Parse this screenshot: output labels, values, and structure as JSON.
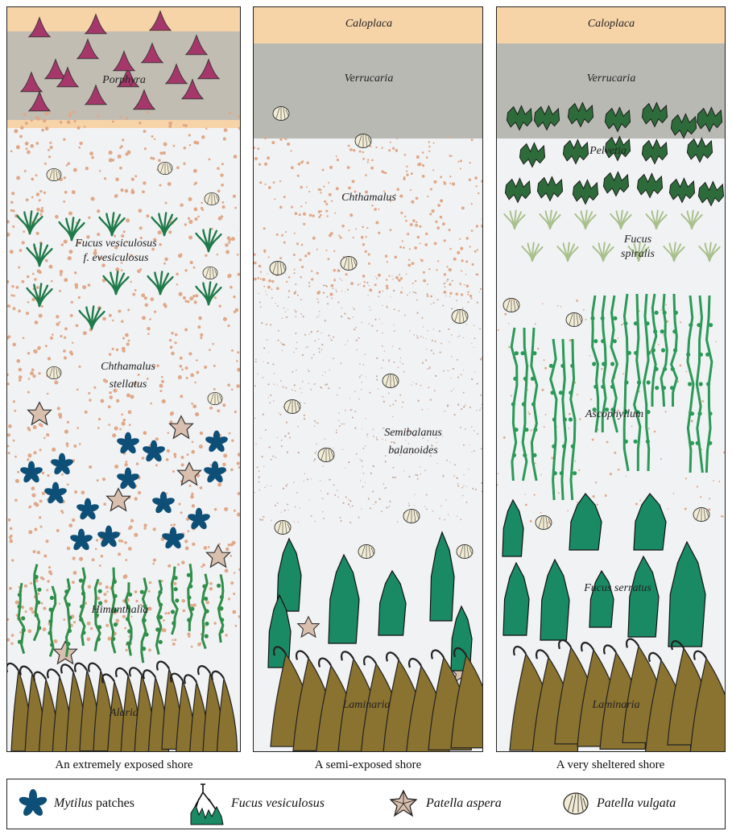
{
  "panels": [
    {
      "caption": "An extremely exposed shore",
      "zones": [
        {
          "label": "Porphyra"
        },
        {
          "label": "Fucus vesiculosus\nf. evesiculosus"
        },
        {
          "label": "Chthamalus\nstellatus"
        },
        {
          "label": "Himanthalia"
        },
        {
          "label": "Alaria"
        }
      ]
    },
    {
      "caption": "A semi-exposed shore",
      "zones": [
        {
          "label": "Caloplaca"
        },
        {
          "label": "Verrucaria"
        },
        {
          "label": "Chthamalus"
        },
        {
          "label": "Semibalanus\nbalanoides"
        },
        {
          "label": "Laminaria"
        }
      ]
    },
    {
      "caption": "A very sheltered shore",
      "zones": [
        {
          "label": "Caloplaca"
        },
        {
          "label": "Verrucaria"
        },
        {
          "label": "Pelvetia"
        },
        {
          "label": "Fucus\nspiralis"
        },
        {
          "label": "Ascophyllum"
        },
        {
          "label": "Fucus serratus"
        },
        {
          "label": "Laminaria"
        }
      ]
    }
  ],
  "legend": [
    {
      "icon": "mytilus-icon",
      "italic": "Mytilus",
      "text": " patches"
    },
    {
      "icon": "fucus-vesiculosus-icon",
      "italic": "Fucus vesiculosus",
      "text": ""
    },
    {
      "icon": "patella-aspera-icon",
      "italic": "Patella aspera",
      "text": ""
    },
    {
      "icon": "patella-vulgata-icon",
      "italic": "Patella vulgata",
      "text": ""
    }
  ],
  "colors": {
    "caloplaca": "#f7d3a8",
    "verrucaria": "#b9b9b4",
    "porphyra": "#a5376a",
    "barnacle_dots": "#e0a888",
    "fucus_green": "#1f7a4a",
    "pelvetia": "#2e6b3a",
    "spiralis": "#a9c08c",
    "ascophyllum": "#2a9a58",
    "serratus": "#1a8a64",
    "kelp": "#8a7230",
    "mytilus": "#0e4f78",
    "patella_aspera": "#d9bfae",
    "patella_vulgata": "#f2ecd4"
  }
}
